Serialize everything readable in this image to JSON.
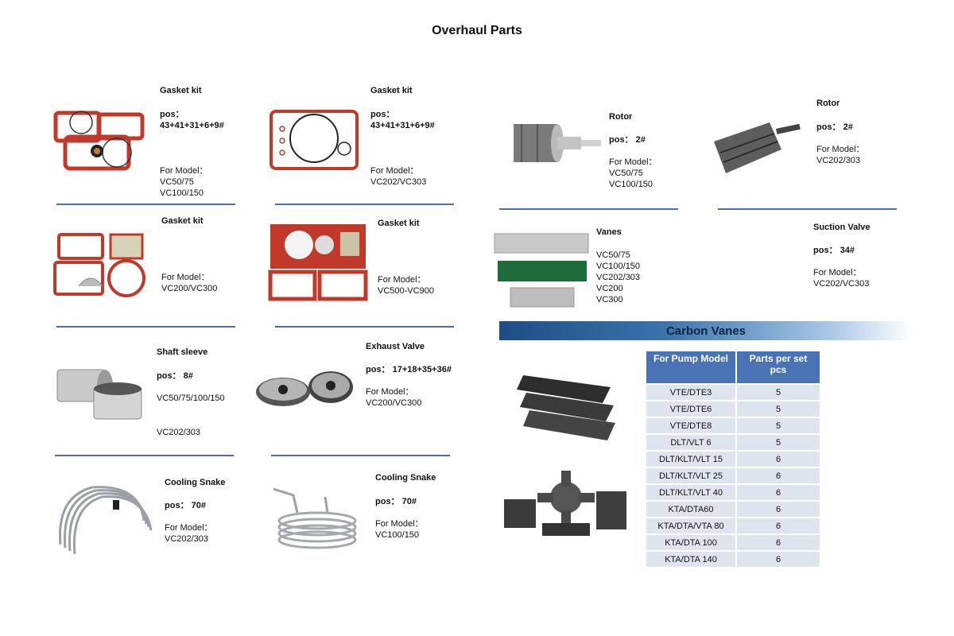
{
  "page": {
    "title": "Overhaul Parts"
  },
  "items": {
    "gasket1": {
      "name": "Gasket kit",
      "pos": "pos：",
      "pos_val": "43+41+31+6+9#",
      "model_label": "For Model：",
      "models": [
        "VC50/75",
        "VC100/150"
      ]
    },
    "gasket2": {
      "name": "Gasket kit",
      "pos": "pos：",
      "pos_val": "43+41+31+6+9#",
      "model_label": "For Model：",
      "models": [
        "VC202/VC303"
      ]
    },
    "gasket3": {
      "name": "Gasket kit",
      "model_label": "For Model：",
      "models": [
        "VC200/VC300"
      ]
    },
    "gasket4": {
      "name": "Gasket kit",
      "model_label": "For Model：",
      "models": [
        "VC500-VC900"
      ]
    },
    "shaft": {
      "name": "Shaft sleeve",
      "pos": "pos：  8#",
      "models": [
        "VC50/75/100/150",
        "VC202/303"
      ]
    },
    "exhaust": {
      "name": "Exhaust Valve",
      "pos": "pos：  17+18+35+36#",
      "model_label": "For Model：",
      "models": [
        "VC200/VC300"
      ]
    },
    "cool1": {
      "name": "Cooling Snake",
      "pos": "pos：  70#",
      "model_label": "For Model：",
      "models": [
        "VC202/303"
      ]
    },
    "cool2": {
      "name": "Cooling Snake",
      "pos": "pos：  70#",
      "model_label": "For Model：",
      "models": [
        "VC100/150"
      ]
    },
    "rotor1": {
      "name": "Rotor",
      "pos": "pos：  2#",
      "model_label": "For Model：",
      "models": [
        "VC50/75",
        "VC100/150"
      ]
    },
    "rotor2": {
      "name": "Rotor",
      "pos": "pos：  2#",
      "model_label": "For Model：",
      "models": [
        "VC202/303"
      ]
    },
    "vanes": {
      "name": "Vanes",
      "models": [
        "VC50/75",
        "VC100/150",
        "VC202/303",
        "VC200",
        "VC300"
      ]
    },
    "suction": {
      "name": "Suction Valve",
      "pos": "pos：  34#",
      "model_label": "For Model：",
      "models": [
        "VC202/VC303"
      ]
    }
  },
  "carbon_vanes": {
    "banner": "Carbon Vanes",
    "col1": "For Pump Model",
    "col2a": "Parts per set",
    "col2b": "pcs",
    "rows": [
      [
        "VTE/DTE3",
        "5"
      ],
      [
        "VTE/DTE6",
        "5"
      ],
      [
        "VTE/DTE8",
        "5"
      ],
      [
        "DLT/VLT 6",
        "5"
      ],
      [
        "DLT/KLT/VLT 15",
        "6"
      ],
      [
        "DLT/KLT/VLT 25",
        "6"
      ],
      [
        "DLT/KLT/VLT 40",
        "6"
      ],
      [
        "KTA/DTA60",
        "6"
      ],
      [
        "KTA/DTA/VTA 80",
        "6"
      ],
      [
        "KTA/DTA 100",
        "6"
      ],
      [
        "KTA/DTA 140",
        "6"
      ]
    ]
  },
  "colors": {
    "rule": "#4a6fa5",
    "table_header": "#4a73b5",
    "table_cell": "#dfe5ef",
    "gasket_red": "#c0392b"
  }
}
